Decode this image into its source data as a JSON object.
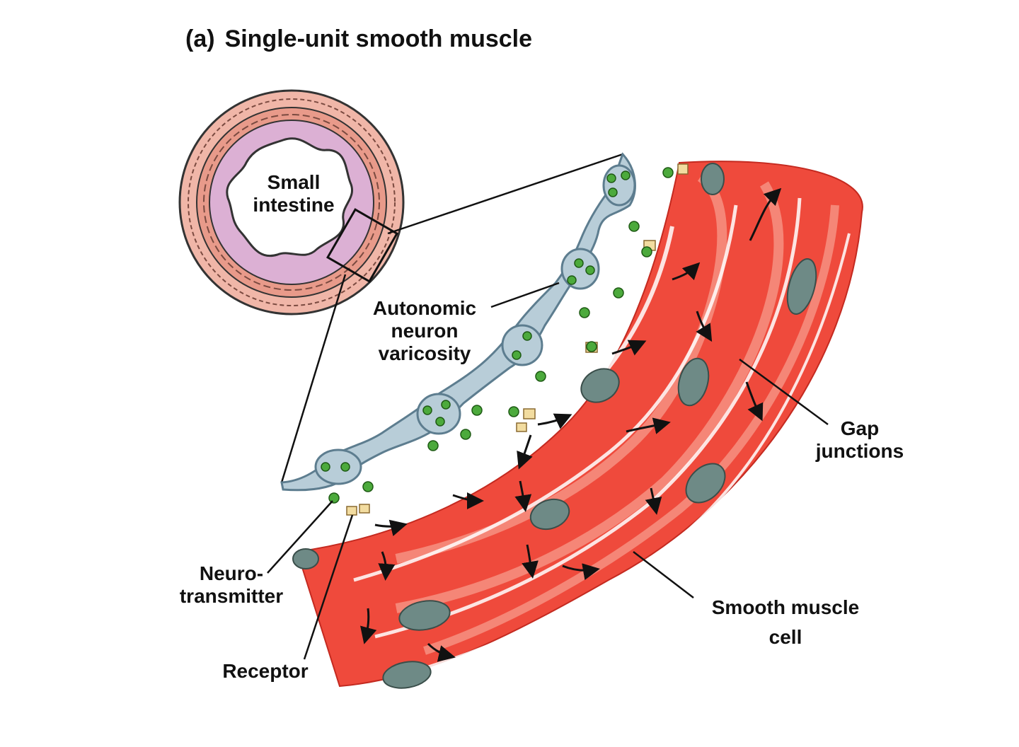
{
  "title": {
    "panel_tag": "(a)",
    "text": "Single-unit smooth muscle"
  },
  "labels": {
    "small_intestine": "Small\nintestine",
    "autonomic_neuron_varicosity": "Autonomic\nneuron\nvaricosity",
    "gap_junctions": "Gap\njunctions",
    "neurotransmitter": "Neuro-\ntransmitter",
    "receptor": "Receptor",
    "smooth_muscle_cell": "Smooth muscle\ncell"
  },
  "colors": {
    "muscle": "#ef4a3c",
    "muscle_light": "#f8a090",
    "nucleus": "#6e8a86",
    "neuron": "#b8cdd8",
    "neuron_outline": "#5d7d8f",
    "vesicle": "#4caa3c",
    "lumen_wall": "#d8a4c8",
    "outer_wall": "#f3a89c",
    "receptor": "#f2dca0"
  }
}
